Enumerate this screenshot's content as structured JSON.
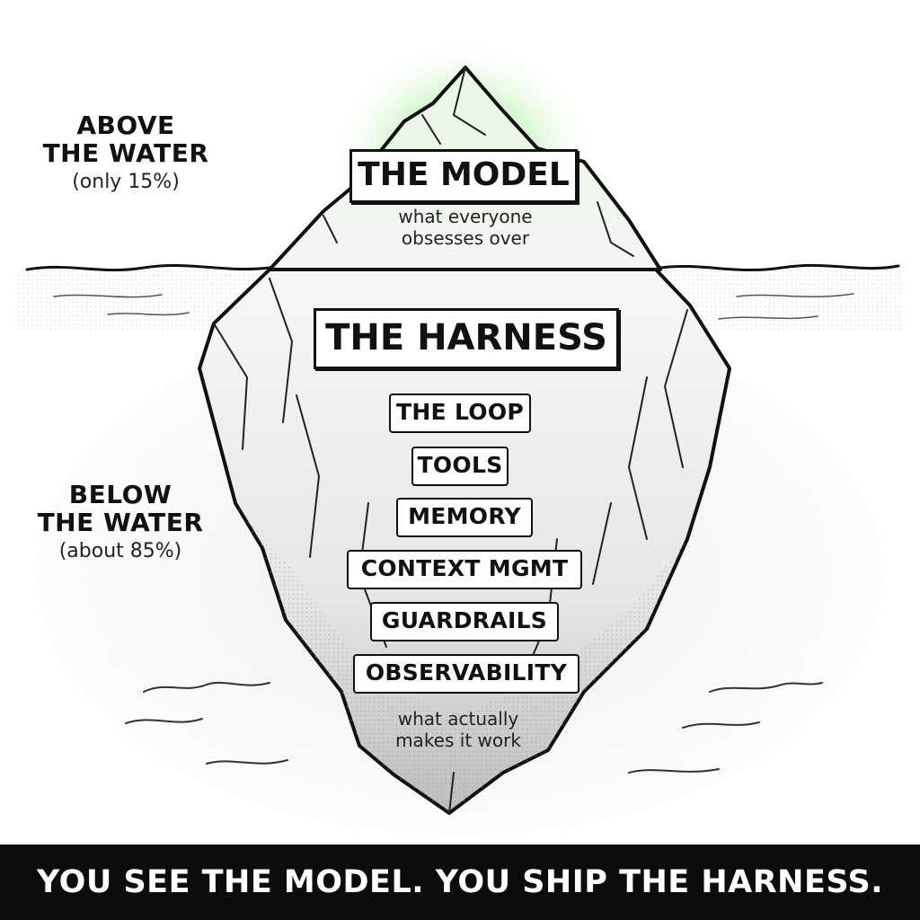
{
  "above": {
    "title_line1": "ABOVE",
    "title_line2": "THE WATER",
    "percent": "(only 15%)"
  },
  "below": {
    "title_line1": "BELOW",
    "title_line2": "THE WATER",
    "percent": "(about 85%)"
  },
  "model": {
    "label": "THE MODEL",
    "caption_line1": "what everyone",
    "caption_line2": "obsesses over"
  },
  "harness": {
    "label": "THE HARNESS",
    "components": [
      "THE LOOP",
      "TOOLS",
      "MEMORY",
      "CONTEXT MGMT",
      "GUARDRAILS",
      "OBSERVABILITY"
    ],
    "caption_line1": "what actually",
    "caption_line2": "makes it work"
  },
  "footer": {
    "text": "YOU SEE THE MODEL. YOU SHIP THE HARNESS."
  },
  "colors": {
    "glow": "#7be36b",
    "ink": "#111111",
    "banner_bg": "#0c0c0c",
    "banner_text": "#ffffff"
  }
}
